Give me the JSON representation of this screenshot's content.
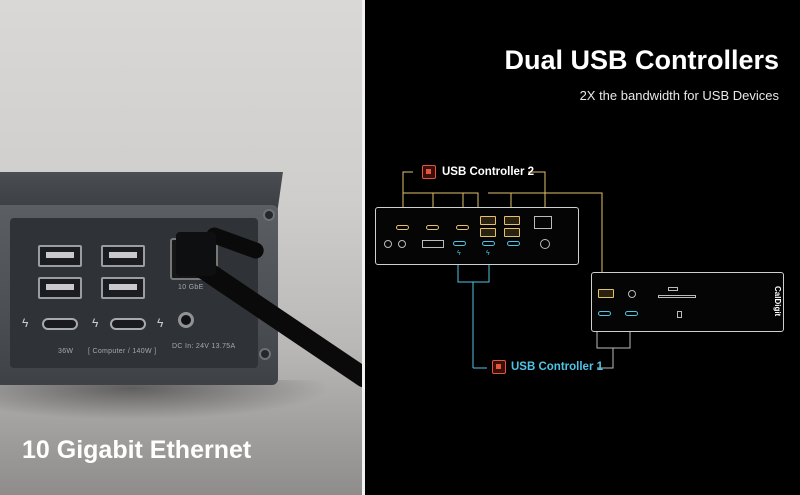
{
  "photo": {
    "caption": "10 Gigabit Ethernet",
    "labels": {
      "port_36w": "36W",
      "port_computer": "[ Computer / 140W ]",
      "port_10gbe": "10 GbE",
      "port_dc": "DC In: 24V 13.75A"
    }
  },
  "diagram": {
    "title": "Dual USB Controllers",
    "subtitle": "2X the bandwidth for USB Devices",
    "controller_2_label": "USB Controller 2",
    "controller_1_label": "USB Controller 1",
    "brand": "CalDigit",
    "colors": {
      "controller_2": "#e3c06d",
      "controller_1": "#4fc3e6",
      "chip": "#e2553f"
    },
    "icons": [
      "chip-icon",
      "usb-a-port-icon",
      "usb-c-port-icon",
      "thunderbolt-icon",
      "ethernet-port-icon",
      "displayport-icon",
      "audio-jack-icon",
      "sd-card-slot-icon"
    ]
  }
}
